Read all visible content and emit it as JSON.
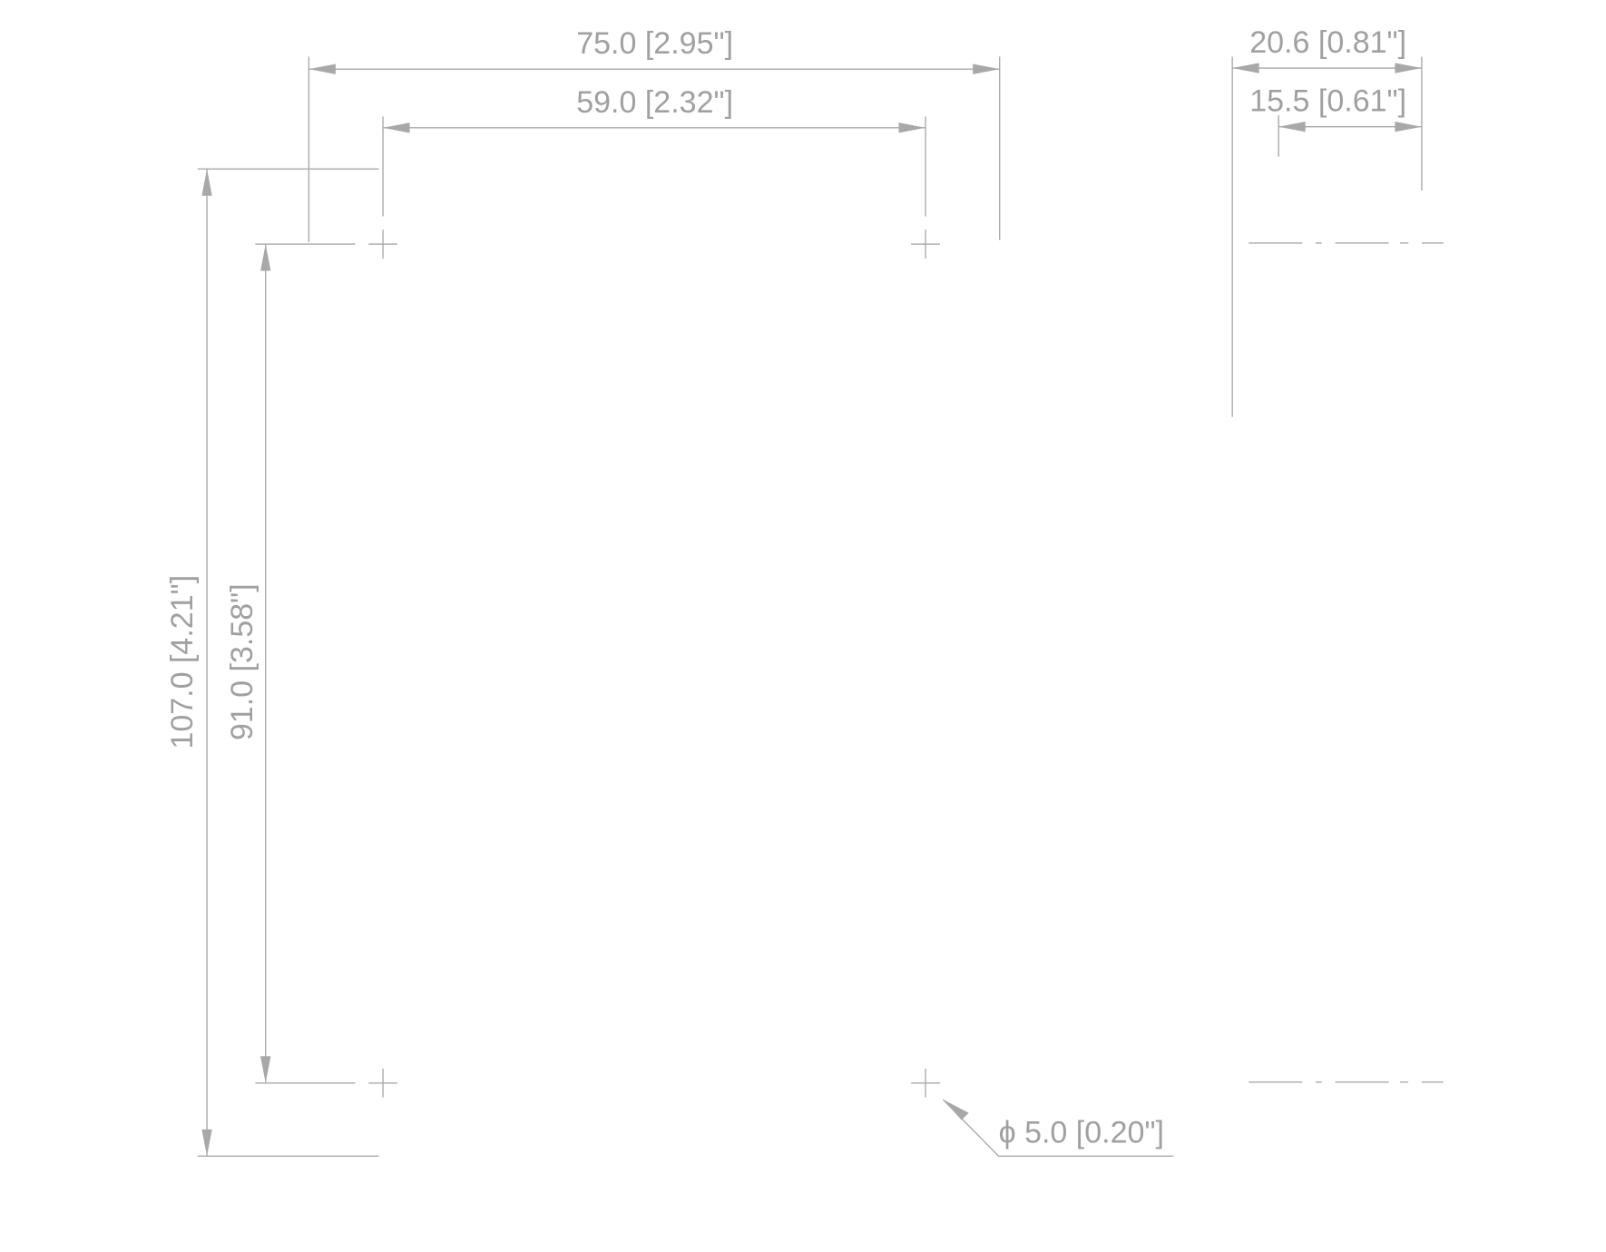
{
  "dimensions": {
    "overall_width": "75.0 [2.95\"]",
    "hole_spacing_width": "59.0 [2.32\"]",
    "overall_height": "107.0 [4.21\"]",
    "hole_spacing_height": "91.0 [3.58\"]",
    "overall_depth": "20.6 [0.81\"]",
    "body_depth": "15.5 [0.61\"]",
    "hole_diameter": "ϕ 5.0 [0.20\"]"
  },
  "colors": {
    "line": "#a8a8a8",
    "text": "#a0a0a0",
    "background": "#ffffff"
  }
}
